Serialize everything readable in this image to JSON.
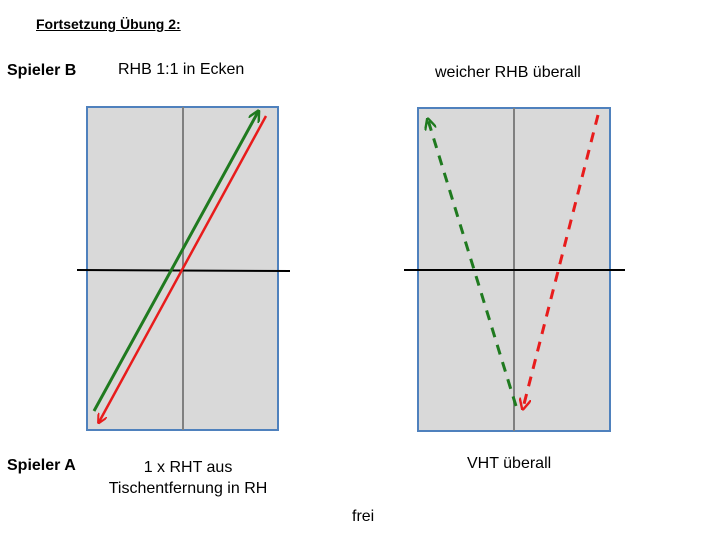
{
  "title": "Fortsetzung Übung 2:",
  "players": {
    "b_label": "Spieler B",
    "a_label": "Spieler A"
  },
  "left_table": {
    "top_caption": "RHB 1:1 in Ecken",
    "bottom_caption": "1 x RHT aus Tischentfernung in RH",
    "arrows": [
      {
        "color": "#1f7a1f",
        "style": "solid"
      },
      {
        "color": "#e81c1c",
        "style": "solid"
      }
    ]
  },
  "right_table": {
    "top_caption": "weicher RHB überall",
    "bottom_caption": "VHT überall",
    "arrows": [
      {
        "color": "#1f7a1f",
        "style": "dashed"
      },
      {
        "color": "#e81c1c",
        "style": "dashed"
      }
    ]
  },
  "footer": "frei",
  "colors": {
    "table_fill": "#d9d9d9",
    "table_border": "#4f81bd",
    "center_line": "#808080",
    "net": "#000000",
    "green": "#1f7a1f",
    "red": "#e81c1c"
  }
}
